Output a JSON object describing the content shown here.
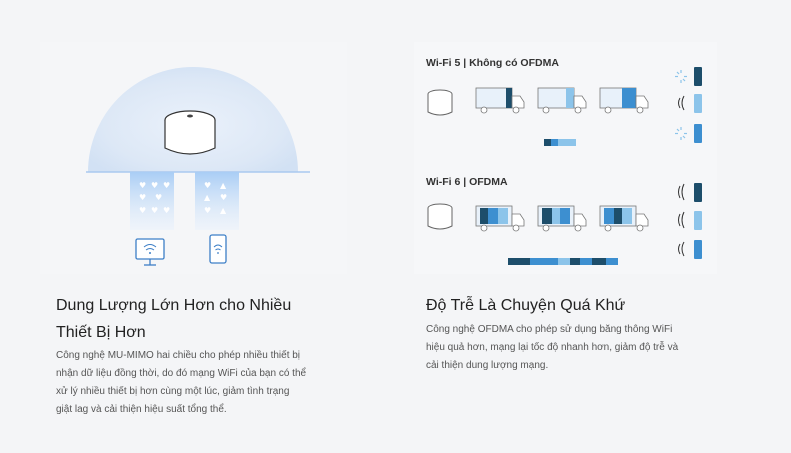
{
  "features": [
    {
      "title_line1": "Dung Lượng Lớn Hơn cho Nhiều",
      "title_line2": "Thiết Bị Hơn",
      "desc": [
        "Công nghệ MU-MIMO hai chiều cho phép nhiều thiết bị",
        "nhận dữ liệu đồng thời, do đó mạng WiFi của bạn có thể",
        "xử lý nhiều thiết bị hơn cùng một lúc, giảm tình trạng",
        "giật lag và cải thiện hiệu suất tổng thể."
      ]
    },
    {
      "title_line1": "Độ Trễ Là Chuyện Quá Khứ",
      "desc": [
        "Công nghệ OFDMA cho phép sử dụng băng thông WiFi",
        "hiệu quả hơn, mạng lại tốc độ nhanh hơn, giảm độ trễ và",
        "cải thiện dung lượng mạng."
      ]
    }
  ],
  "ofdma_diagram": {
    "wifi5_label": "Wi-Fi 5 | Không có OFDMA",
    "wifi6_label": "Wi-Fi 6 | OFDMA"
  },
  "icons": {
    "router": "router-icon",
    "monitor": "monitor-wifi-icon",
    "phone": "phone-wifi-icon",
    "truck": "truck-icon",
    "signal": "signal-waves-icon",
    "loading": "loading-spinner-icon",
    "device": "device-icon"
  },
  "colors": {
    "dark_blue": "#1d4e6b",
    "mid_blue": "#3d8fd0",
    "light_blue": "#8cc4ea",
    "heart_stream": "#b8d8f8",
    "halo": "#dfe9f7"
  }
}
